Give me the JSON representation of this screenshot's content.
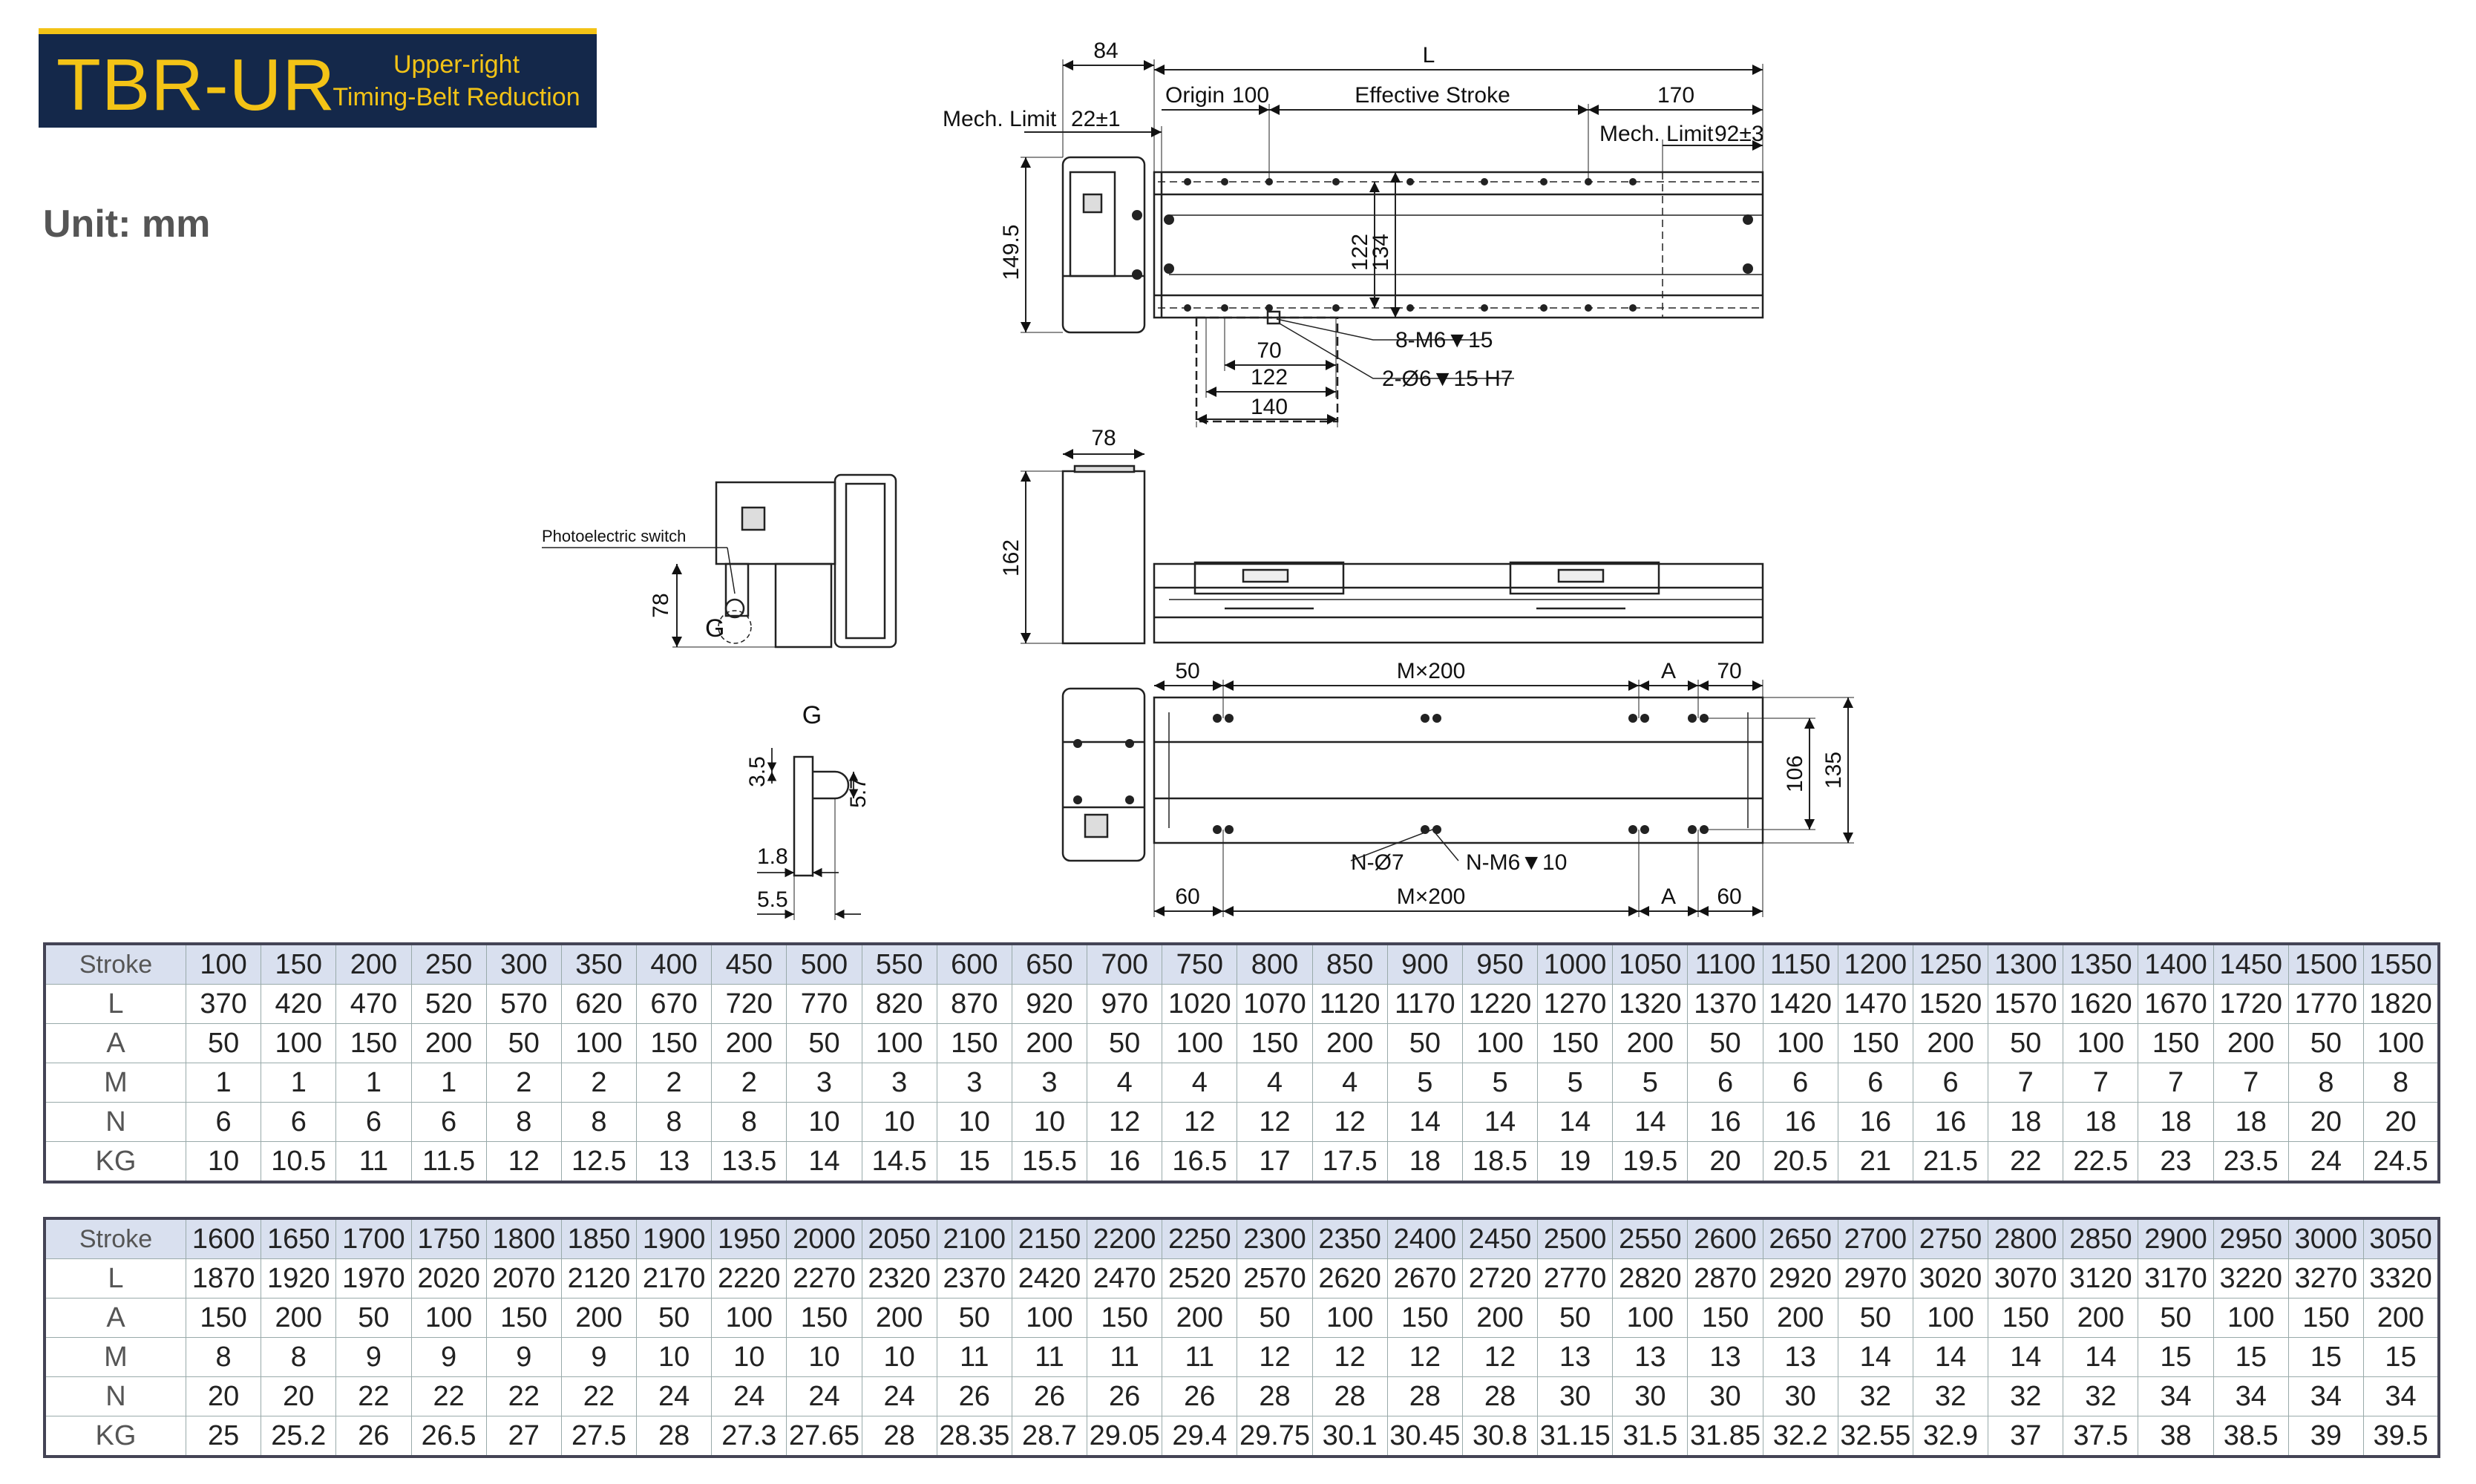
{
  "header": {
    "model": "TBR-UR",
    "subtitle_line1": "Upper-right",
    "subtitle_line2": "Timing-Belt Reduction",
    "unit": "Unit: mm"
  },
  "drawing": {
    "top_view": {
      "dim_84": "84",
      "dim_L": "L",
      "origin": "Origin",
      "origin_100": "100",
      "effective_stroke": "Effective Stroke",
      "dim_170": "170",
      "mech_limit_left": "Mech. Limit",
      "dim_22": "22±1",
      "mech_limit_right": "Mech. Limit",
      "dim_92": "92±3",
      "dim_149_5": "149.5",
      "dim_122": "122",
      "dim_134": "134",
      "dim_70": "70",
      "dim_122b": "122",
      "dim_140": "140",
      "note_m6": "8-M6▼15",
      "note_dowel": "2-Ø6▼15 H7"
    },
    "side_view": {
      "dim_78": "78",
      "dim_162": "162"
    },
    "end_view": {
      "photo_switch": "Photoelectric switch",
      "dim_78": "78",
      "detail_ref": "G"
    },
    "detail_g": {
      "title": "G",
      "dim_3_5": "3.5",
      "dim_5_7": "5.7",
      "dim_1_8": "1.8",
      "dim_5_5": "5.5"
    },
    "bottom_view": {
      "dim_50": "50",
      "dim_m200_top": "M×200",
      "dim_A_top": "A",
      "dim_70": "70",
      "dim_106": "106",
      "dim_135": "135",
      "note_holes": "N-Ø7",
      "note_threads": "N-M6▼10",
      "dim_60_left": "60",
      "dim_m200_bottom": "M×200",
      "dim_A_bottom": "A",
      "dim_60_right": "60"
    }
  },
  "tables": [
    {
      "rows": [
        {
          "label": "Stroke",
          "values": [
            "100",
            "150",
            "200",
            "250",
            "300",
            "350",
            "400",
            "450",
            "500",
            "550",
            "600",
            "650",
            "700",
            "750",
            "800",
            "850",
            "900",
            "950",
            "1000",
            "1050",
            "1100",
            "1150",
            "1200",
            "1250",
            "1300",
            "1350",
            "1400",
            "1450",
            "1500",
            "1550"
          ]
        },
        {
          "label": "L",
          "values": [
            "370",
            "420",
            "470",
            "520",
            "570",
            "620",
            "670",
            "720",
            "770",
            "820",
            "870",
            "920",
            "970",
            "1020",
            "1070",
            "1120",
            "1170",
            "1220",
            "1270",
            "1320",
            "1370",
            "1420",
            "1470",
            "1520",
            "1570",
            "1620",
            "1670",
            "1720",
            "1770",
            "1820"
          ]
        },
        {
          "label": "A",
          "values": [
            "50",
            "100",
            "150",
            "200",
            "50",
            "100",
            "150",
            "200",
            "50",
            "100",
            "150",
            "200",
            "50",
            "100",
            "150",
            "200",
            "50",
            "100",
            "150",
            "200",
            "50",
            "100",
            "150",
            "200",
            "50",
            "100",
            "150",
            "200",
            "50",
            "100"
          ]
        },
        {
          "label": "M",
          "values": [
            "1",
            "1",
            "1",
            "1",
            "2",
            "2",
            "2",
            "2",
            "3",
            "3",
            "3",
            "3",
            "4",
            "4",
            "4",
            "4",
            "5",
            "5",
            "5",
            "5",
            "6",
            "6",
            "6",
            "6",
            "7",
            "7",
            "7",
            "7",
            "8",
            "8"
          ]
        },
        {
          "label": "N",
          "values": [
            "6",
            "6",
            "6",
            "6",
            "8",
            "8",
            "8",
            "8",
            "10",
            "10",
            "10",
            "10",
            "12",
            "12",
            "12",
            "12",
            "14",
            "14",
            "14",
            "14",
            "16",
            "16",
            "16",
            "16",
            "18",
            "18",
            "18",
            "18",
            "20",
            "20"
          ]
        },
        {
          "label": "KG",
          "values": [
            "10",
            "10.5",
            "11",
            "11.5",
            "12",
            "12.5",
            "13",
            "13.5",
            "14",
            "14.5",
            "15",
            "15.5",
            "16",
            "16.5",
            "17",
            "17.5",
            "18",
            "18.5",
            "19",
            "19.5",
            "20",
            "20.5",
            "21",
            "21.5",
            "22",
            "22.5",
            "23",
            "23.5",
            "24",
            "24.5"
          ]
        }
      ]
    },
    {
      "rows": [
        {
          "label": "Stroke",
          "values": [
            "1600",
            "1650",
            "1700",
            "1750",
            "1800",
            "1850",
            "1900",
            "1950",
            "2000",
            "2050",
            "2100",
            "2150",
            "2200",
            "2250",
            "2300",
            "2350",
            "2400",
            "2450",
            "2500",
            "2550",
            "2600",
            "2650",
            "2700",
            "2750",
            "2800",
            "2850",
            "2900",
            "2950",
            "3000",
            "3050"
          ]
        },
        {
          "label": "L",
          "values": [
            "1870",
            "1920",
            "1970",
            "2020",
            "2070",
            "2120",
            "2170",
            "2220",
            "2270",
            "2320",
            "2370",
            "2420",
            "2470",
            "2520",
            "2570",
            "2620",
            "2670",
            "2720",
            "2770",
            "2820",
            "2870",
            "2920",
            "2970",
            "3020",
            "3070",
            "3120",
            "3170",
            "3220",
            "3270",
            "3320"
          ]
        },
        {
          "label": "A",
          "values": [
            "150",
            "200",
            "50",
            "100",
            "150",
            "200",
            "50",
            "100",
            "150",
            "200",
            "50",
            "100",
            "150",
            "200",
            "50",
            "100",
            "150",
            "200",
            "50",
            "100",
            "150",
            "200",
            "50",
            "100",
            "150",
            "200",
            "50",
            "100",
            "150",
            "200"
          ]
        },
        {
          "label": "M",
          "values": [
            "8",
            "8",
            "9",
            "9",
            "9",
            "9",
            "10",
            "10",
            "10",
            "10",
            "11",
            "11",
            "11",
            "11",
            "12",
            "12",
            "12",
            "12",
            "13",
            "13",
            "13",
            "13",
            "14",
            "14",
            "14",
            "14",
            "15",
            "15",
            "15",
            "15"
          ]
        },
        {
          "label": "N",
          "values": [
            "20",
            "20",
            "22",
            "22",
            "22",
            "22",
            "24",
            "24",
            "24",
            "24",
            "26",
            "26",
            "26",
            "26",
            "28",
            "28",
            "28",
            "28",
            "30",
            "30",
            "30",
            "30",
            "32",
            "32",
            "32",
            "32",
            "34",
            "34",
            "34",
            "34"
          ]
        },
        {
          "label": "KG",
          "values": [
            "25",
            "25.2",
            "26",
            "26.5",
            "27",
            "27.5",
            "28",
            "27.3",
            "27.65",
            "28",
            "28.35",
            "28.7",
            "29.05",
            "29.4",
            "29.75",
            "30.1",
            "30.45",
            "30.8",
            "31.15",
            "31.5",
            "31.85",
            "32.2",
            "32.55",
            "32.9",
            "37",
            "37.5",
            "38",
            "38.5",
            "39",
            "39.5"
          ]
        }
      ]
    }
  ]
}
